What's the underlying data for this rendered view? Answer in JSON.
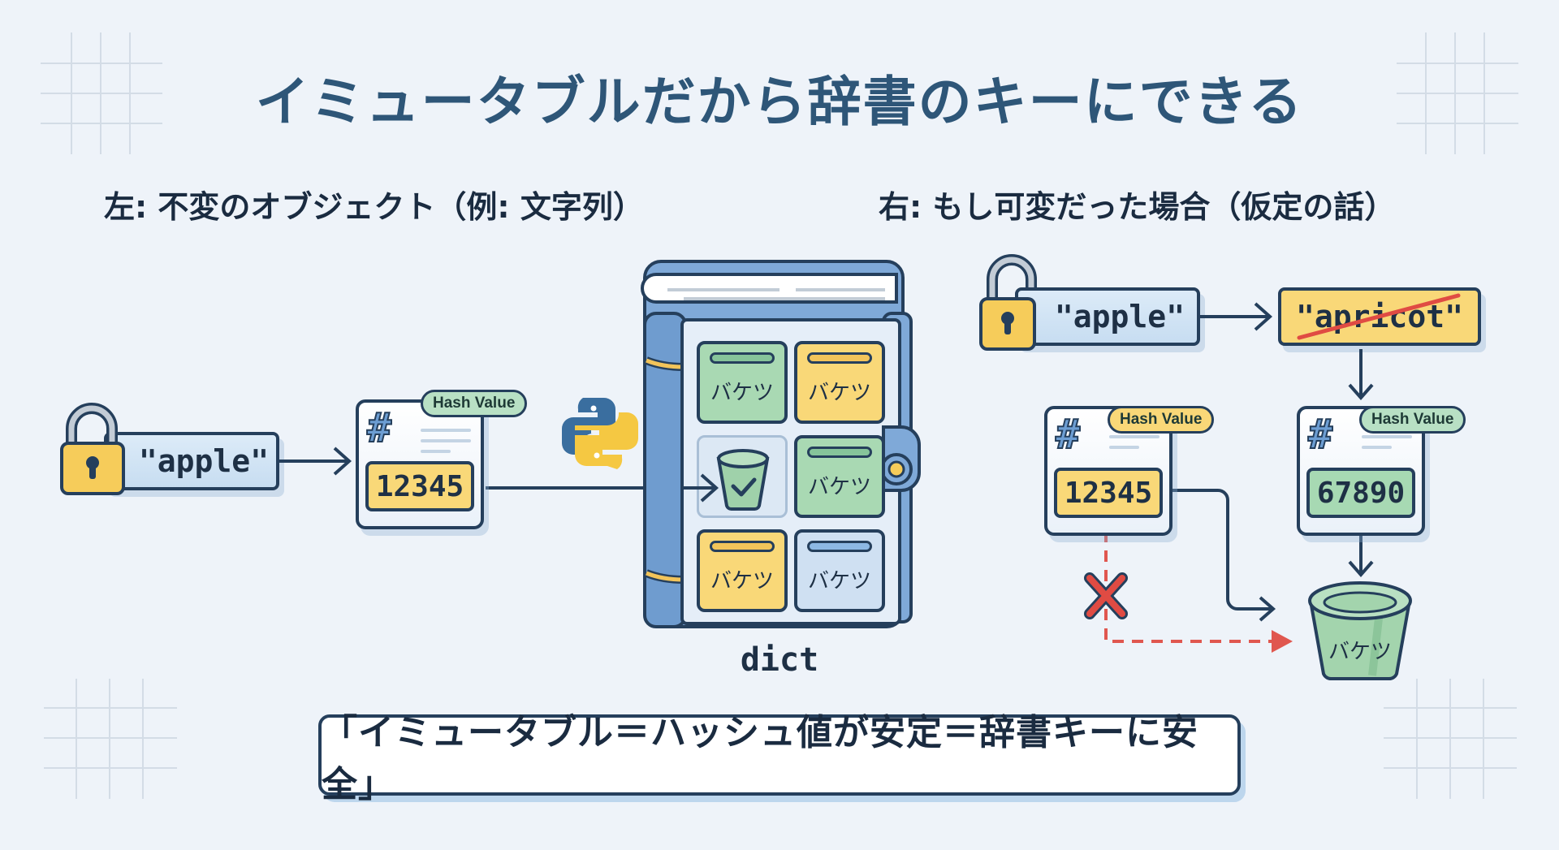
{
  "title": "イミュータブルだから辞書のキーにできる",
  "left": {
    "heading": "左: 不変のオブジェクト（例: 文字列）",
    "key_string": "\"apple\"",
    "lock_state": "locked",
    "hash_badge": "Hash Value",
    "hash_value": "12345",
    "dict_label": "dict",
    "buckets": [
      {
        "label": "バケツ",
        "color": "green"
      },
      {
        "label": "バケツ",
        "color": "yellow"
      },
      {
        "label": "",
        "color": "empty",
        "icon": "bucket-check-icon"
      },
      {
        "label": "バケツ",
        "color": "green"
      },
      {
        "label": "バケツ",
        "color": "yellow"
      },
      {
        "label": "バケツ",
        "color": "blue"
      }
    ]
  },
  "right": {
    "heading": "右: もし可変だった場合（仮定の話）",
    "key_string": "\"apple\"",
    "lock_state": "unlocked",
    "mutated_string": "\"apricot\"",
    "hash_badge_old": "Hash Value",
    "hash_value_old": "12345",
    "hash_badge_new": "Hash Value",
    "hash_value_new": "67890",
    "bucket_label": "バケツ"
  },
  "caption": "「イミュータブル＝ハッシュ値が安定＝辞書キーに安全」",
  "colors": {
    "background": "#eef3f9",
    "title": "#2e5678",
    "outline": "#253f5c",
    "yellow": "#f9d878",
    "green": "#a7d9b3",
    "blue": "#6d9ed3",
    "error_red": "#e04b43"
  }
}
